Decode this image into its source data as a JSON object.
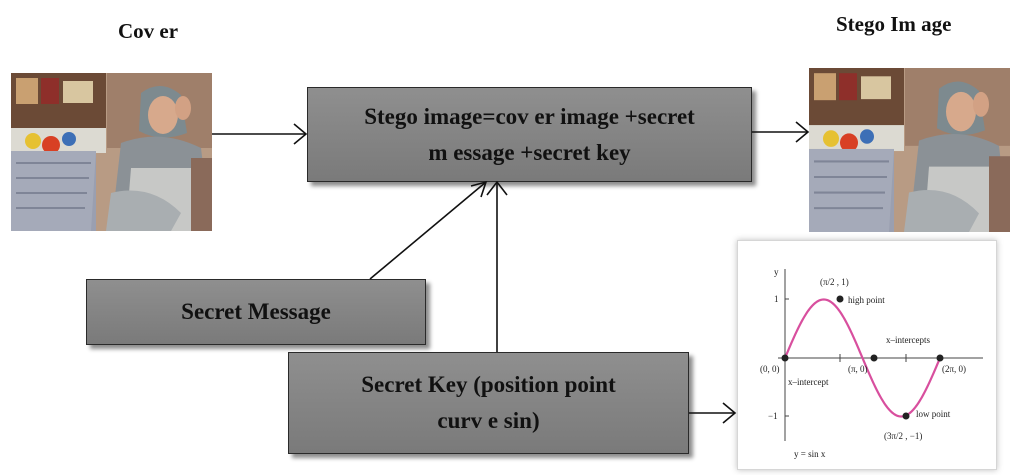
{
  "labels": {
    "cover": "Cov er",
    "stego_image": "Stego Im age"
  },
  "boxes": {
    "main_line1": "Stego image=cov er image +secret",
    "main_line2": "m essage +secret key",
    "secret_message": "Secret Message",
    "secret_key_line1": "Secret Key (position point",
    "secret_key_line2": "curv e sin)"
  },
  "graph": {
    "curve_color": "#d84f9e",
    "y_top": "y",
    "y_one": "1",
    "y_neg_one": "−1",
    "high_coord": "(π/2 , 1)",
    "high_point": "high point",
    "x_intercepts": "x–intercepts",
    "origin": "(0, 0)",
    "x_intercept": "x–intercept",
    "pi": "(π, 0)",
    "two_pi": "(2π, 0)",
    "low_point": "low point",
    "low_coord": "(3π/2 , −1)",
    "equation": "y = sin x"
  }
}
